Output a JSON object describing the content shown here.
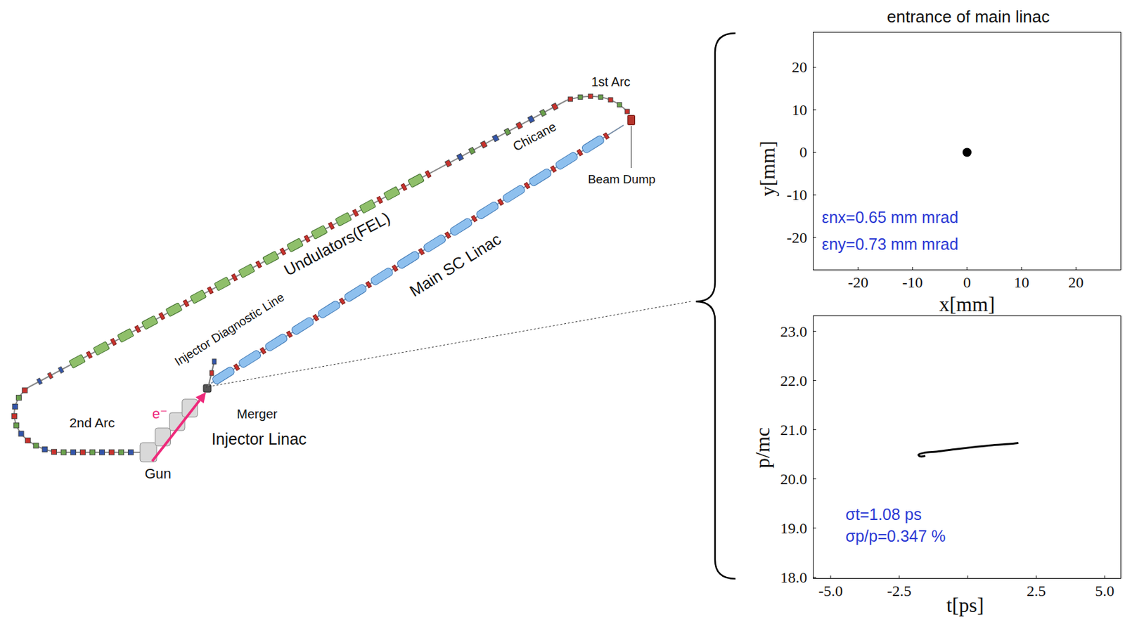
{
  "diagram": {
    "title": "entrance of main linac",
    "nodes": [
      {
        "text": [
          "εnx=0.65 mm mrad",
          "εny=0.73 mm mrad"
        ]
      },
      {
        "text": [
          "σt=1.08 ps",
          "σp/p=0.347 %"
        ]
      }
    ],
    "labels": [
      "1st Arc",
      "Chicane",
      "Beam Dump",
      "Undulators(FEL)",
      "Injector Diagnostic Line",
      "Main SC Linac",
      "2nd Arc",
      "e⁻",
      "Merger",
      "Injector Linac",
      "Gun",
      "20",
      "10",
      "0",
      "-10",
      "-20",
      "y[mm]",
      "-20",
      "-10",
      "0",
      "10",
      "20",
      "x[mm]",
      "23.0",
      "22.0",
      "21.0",
      "20.0",
      "19.0",
      "18.0",
      "p/mc",
      "-5.0",
      "-2.5",
      "2.5",
      "5.0",
      "t[ps]"
    ]
  }
}
